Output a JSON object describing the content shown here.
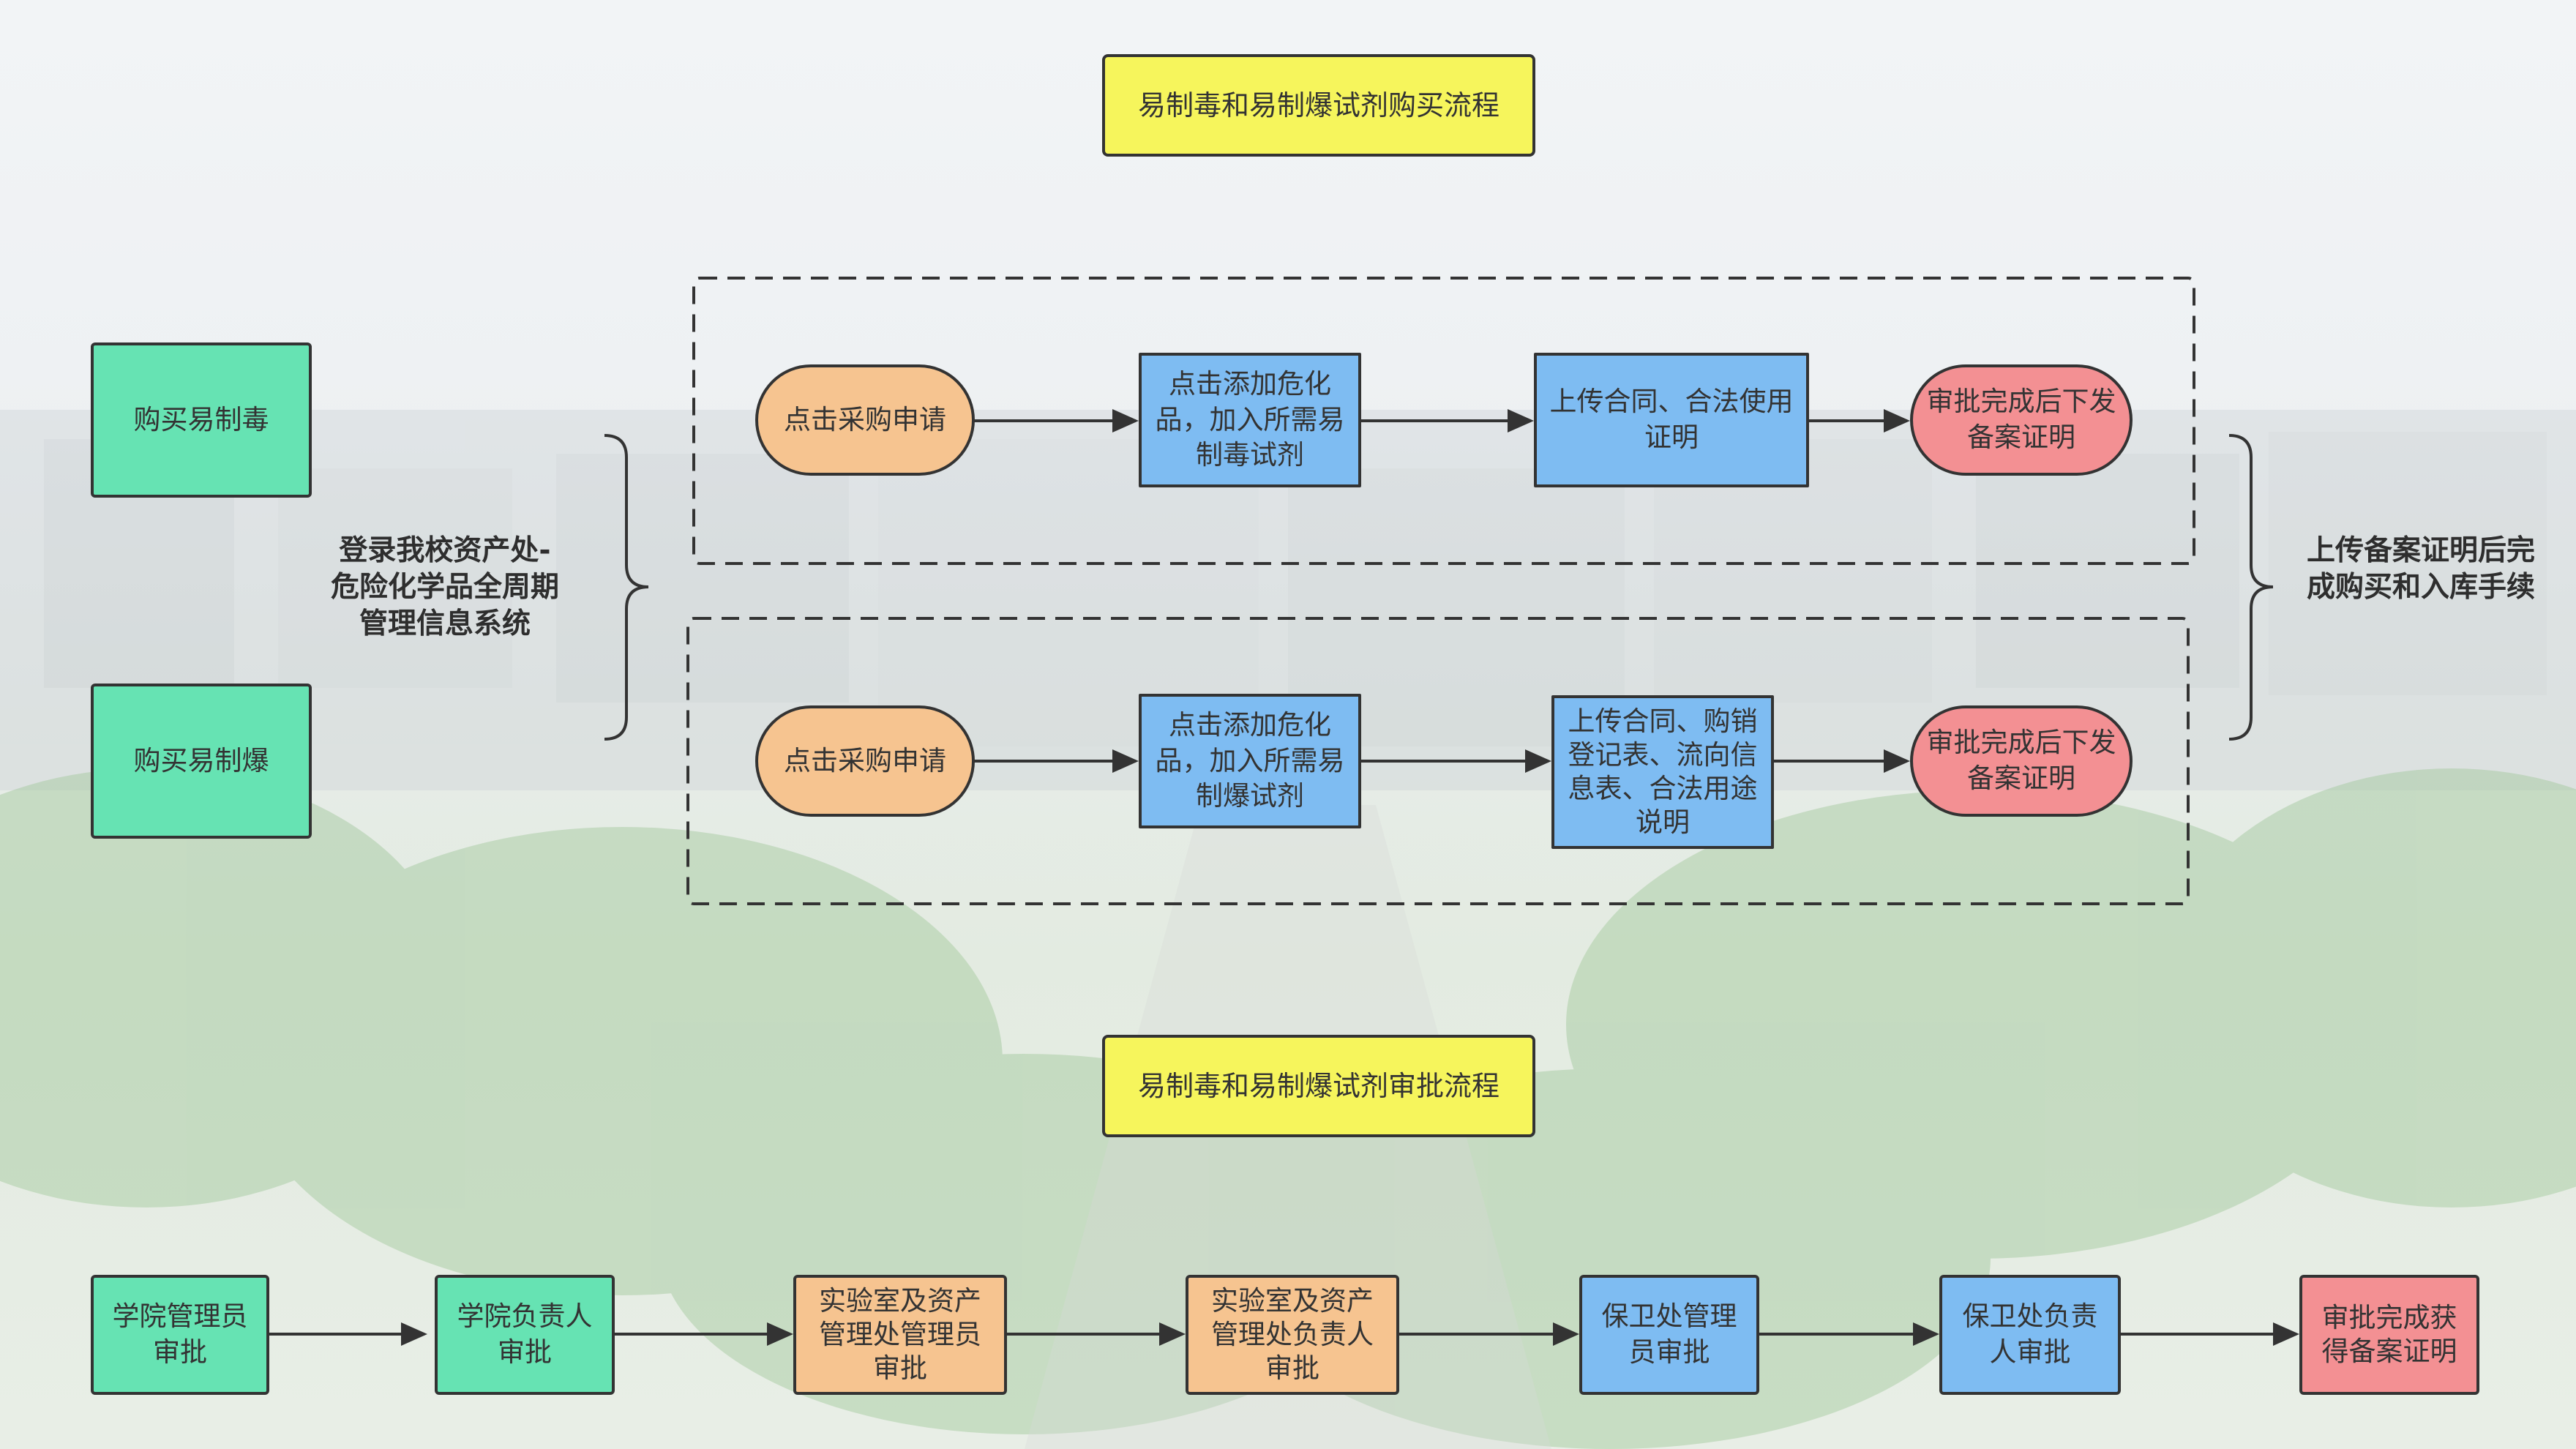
{
  "purchase_title": "易制毒和易制爆试剂购买流程",
  "approval_title": "易制毒和易制爆试剂审批流程",
  "left_buy_poison": "购买易制毒",
  "left_buy_explosive": "购买易制爆",
  "login_label": "登录我校资产处-危险化学品全周期管理信息系统",
  "right_label": "上传备案证明后完成购买和入库手续",
  "poison_flow": {
    "step1": "点击采购申请",
    "step2": "点击添加危化品，加入所需易制毒试剂",
    "step3": "上传合同、合法使用证明",
    "step4": "审批完成后下发备案证明"
  },
  "explosive_flow": {
    "step1": "点击采购申请",
    "step2": "点击添加危化品，加入所需易制爆试剂",
    "step3": "上传合同、购销登记表、流向信息表、合法用途说明",
    "step4": "审批完成后下发备案证明"
  },
  "approval_flow": [
    "学院管理员审批",
    "学院负责人审批",
    "实验室及资产管理处管理员审批",
    "实验室及资产管理处负责人审批",
    "保卫处管理员审批",
    "保卫处负责人审批",
    "审批完成获得备案证明"
  ]
}
